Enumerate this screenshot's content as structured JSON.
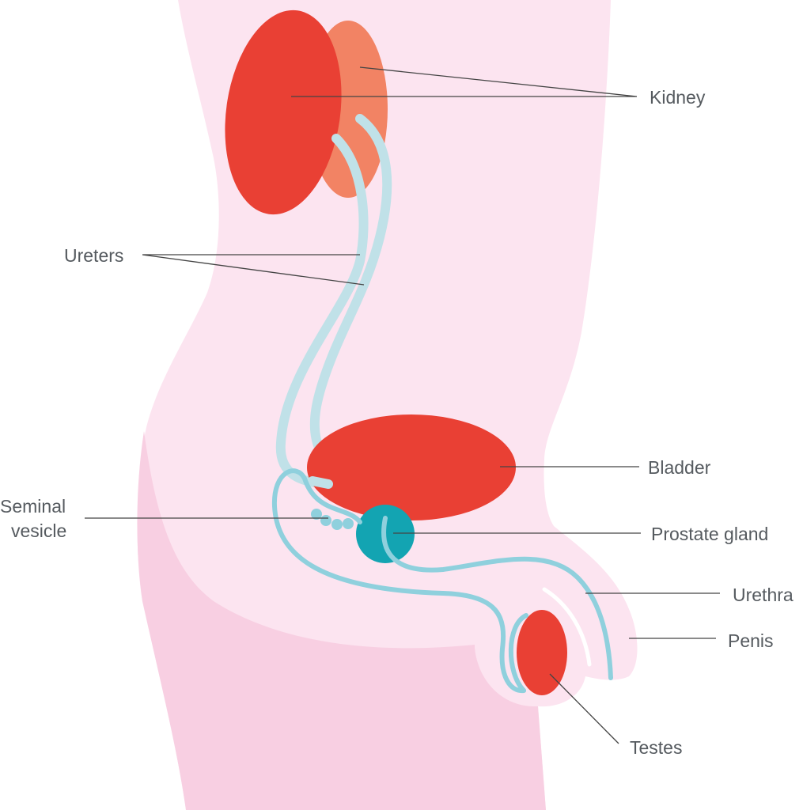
{
  "labels": {
    "kidney": "Kidney",
    "ureters": "Ureters",
    "bladder": "Bladder",
    "seminal_vesicle_line1": "Seminal",
    "seminal_vesicle_line2": "vesicle",
    "prostate": "Prostate gland",
    "urethra": "Urethra",
    "penis": "Penis",
    "testes": "Testes"
  },
  "colors": {
    "body_light": "#fce4f0",
    "body_dark": "#f8cfe2",
    "organ_red": "#e94034",
    "kidney_back": "#f28364",
    "ureter": "#c0e1e8",
    "urethra": "#8fd0dd",
    "prostate": "#13a4b2",
    "leader": "#444444"
  }
}
